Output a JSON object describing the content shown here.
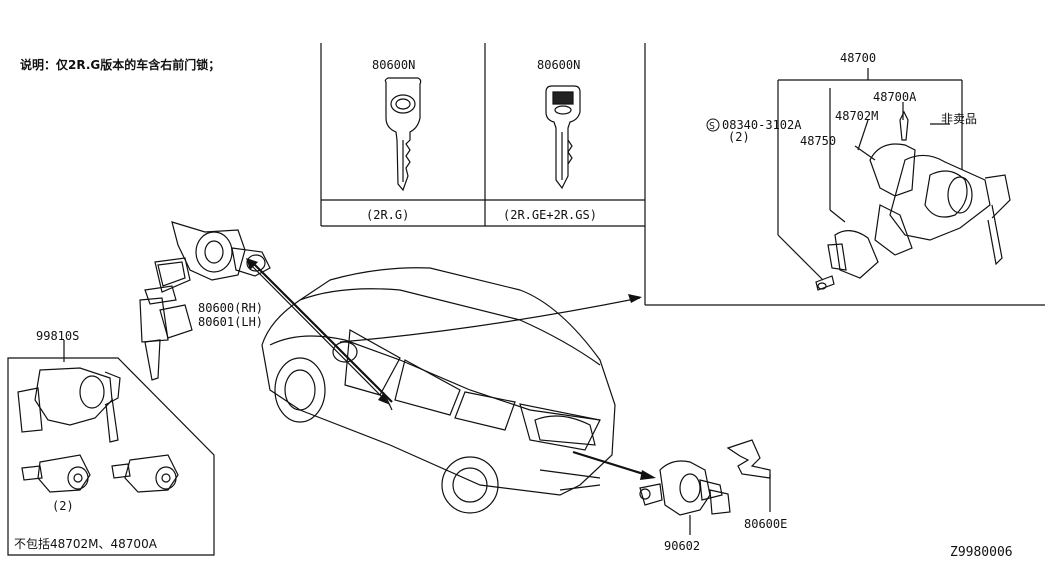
{
  "note": "说明：仅2R.G版本的车含右前门锁；",
  "key_table": {
    "left": {
      "part": "80600N",
      "variant": "(2R.G)"
    },
    "right": {
      "part": "80600N",
      "variant": "(2R.GE+2R.GS)"
    }
  },
  "ignition_set": {
    "assembly": "48700",
    "screw": "08340-3102A",
    "screw_qty": "(2)",
    "screw_symbol": "S",
    "sub_a": "48700A",
    "sub_m": "48702M",
    "sub_750": "48750",
    "not_for_sale": "非卖品"
  },
  "door_lock": {
    "rh": "80600(RH)",
    "lh": "80601(LH)"
  },
  "kit": {
    "part": "99810S",
    "qty": "(2)",
    "exclude": "不包括48702M、48700A"
  },
  "back_lock": {
    "part": "90602",
    "key": "80600E"
  },
  "diagram_id": "Z9980006"
}
